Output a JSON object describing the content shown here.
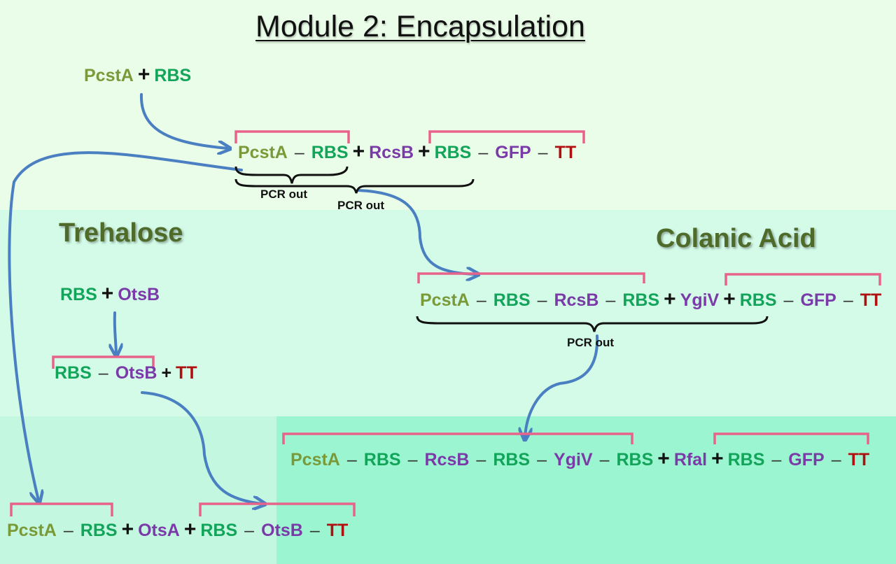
{
  "title": "Module 2: Encapsulation",
  "sections": {
    "trehalose": "Trehalose",
    "colanic": "Colanic Acid"
  },
  "parts": {
    "pcsta": "PcstA",
    "rbs": "RBS",
    "rcsb": "RcsB",
    "gfp": "GFP",
    "tt": "TT",
    "otsb": "OtsB",
    "otsa": "OtsA",
    "ygiv": "YgiV",
    "rfal": "Rfal",
    "plus": "+",
    "dash": "–"
  },
  "pcr_label": "PCR out",
  "colors": {
    "pcsta": "#7a9a3a",
    "rbs": "#12a55a",
    "purple": "#7a3aa8",
    "tt": "#b01010",
    "arrow": "#4a7fc1",
    "bracket": "#e8628a"
  }
}
